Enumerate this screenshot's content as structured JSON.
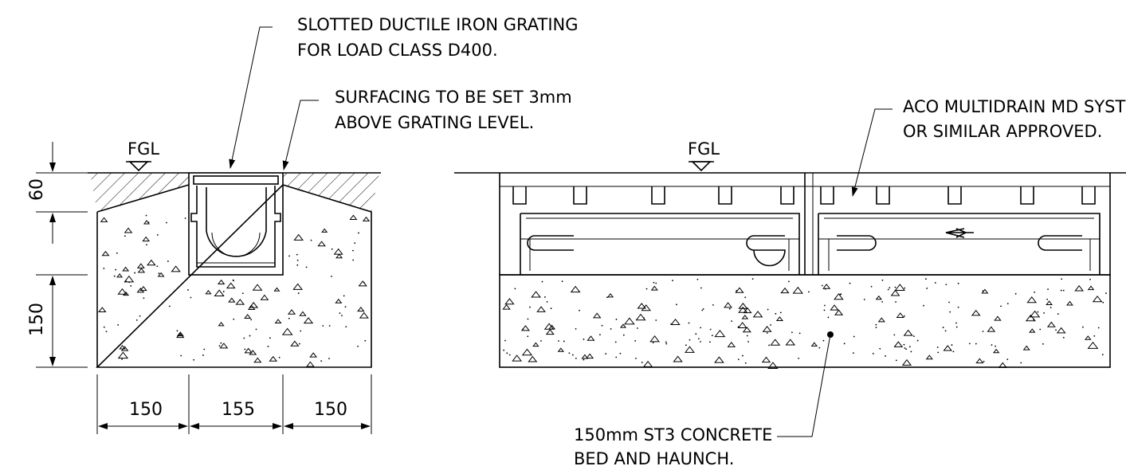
{
  "notes": {
    "grating_line1": "SLOTTED DUCTILE IRON GRATING",
    "grating_line2": "FOR LOAD CLASS D400.",
    "surfacing_line1": "SURFACING TO BE SET 3mm",
    "surfacing_line2": "ABOVE GRATING LEVEL.",
    "aco_line1": "ACO MULTIDRAIN MD SYSTE",
    "aco_line2": "OR SIMILAR APPROVED.",
    "concrete_line1": "150mm ST3 CONCRETE",
    "concrete_line2": "BED AND HAUNCH."
  },
  "levels": {
    "left_fgl": "FGL",
    "right_fgl": "FGL"
  },
  "dimensions": {
    "vertical_upper": "60",
    "vertical_lower": "150",
    "horizontal_left": "150",
    "horizontal_middle": "155",
    "horizontal_right": "150"
  }
}
